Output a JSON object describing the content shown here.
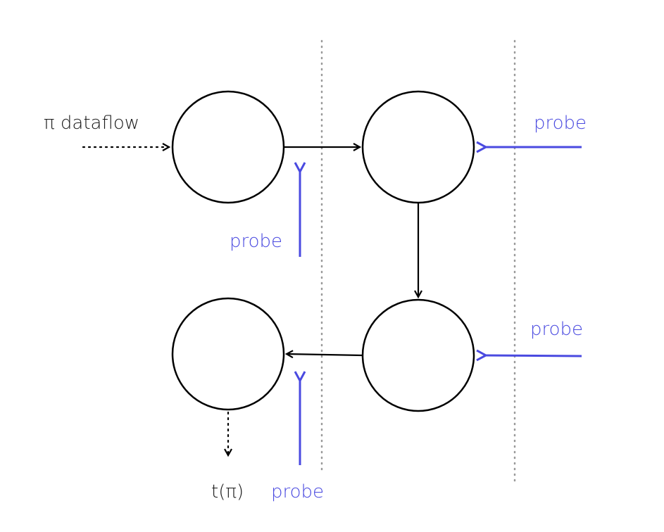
{
  "labels": {
    "input": "π dataflow",
    "output": "t(π)",
    "probe": "probe"
  },
  "colors": {
    "probe": "#4a4ae0",
    "divider": "#9a9a9a",
    "stroke": "#000000"
  },
  "nodes": [
    "node-1",
    "node-2",
    "node-3",
    "node-4"
  ],
  "probes": [
    "probe-node-2",
    "probe-node-3",
    "probe-edge-1-2",
    "probe-edge-3-4"
  ]
}
